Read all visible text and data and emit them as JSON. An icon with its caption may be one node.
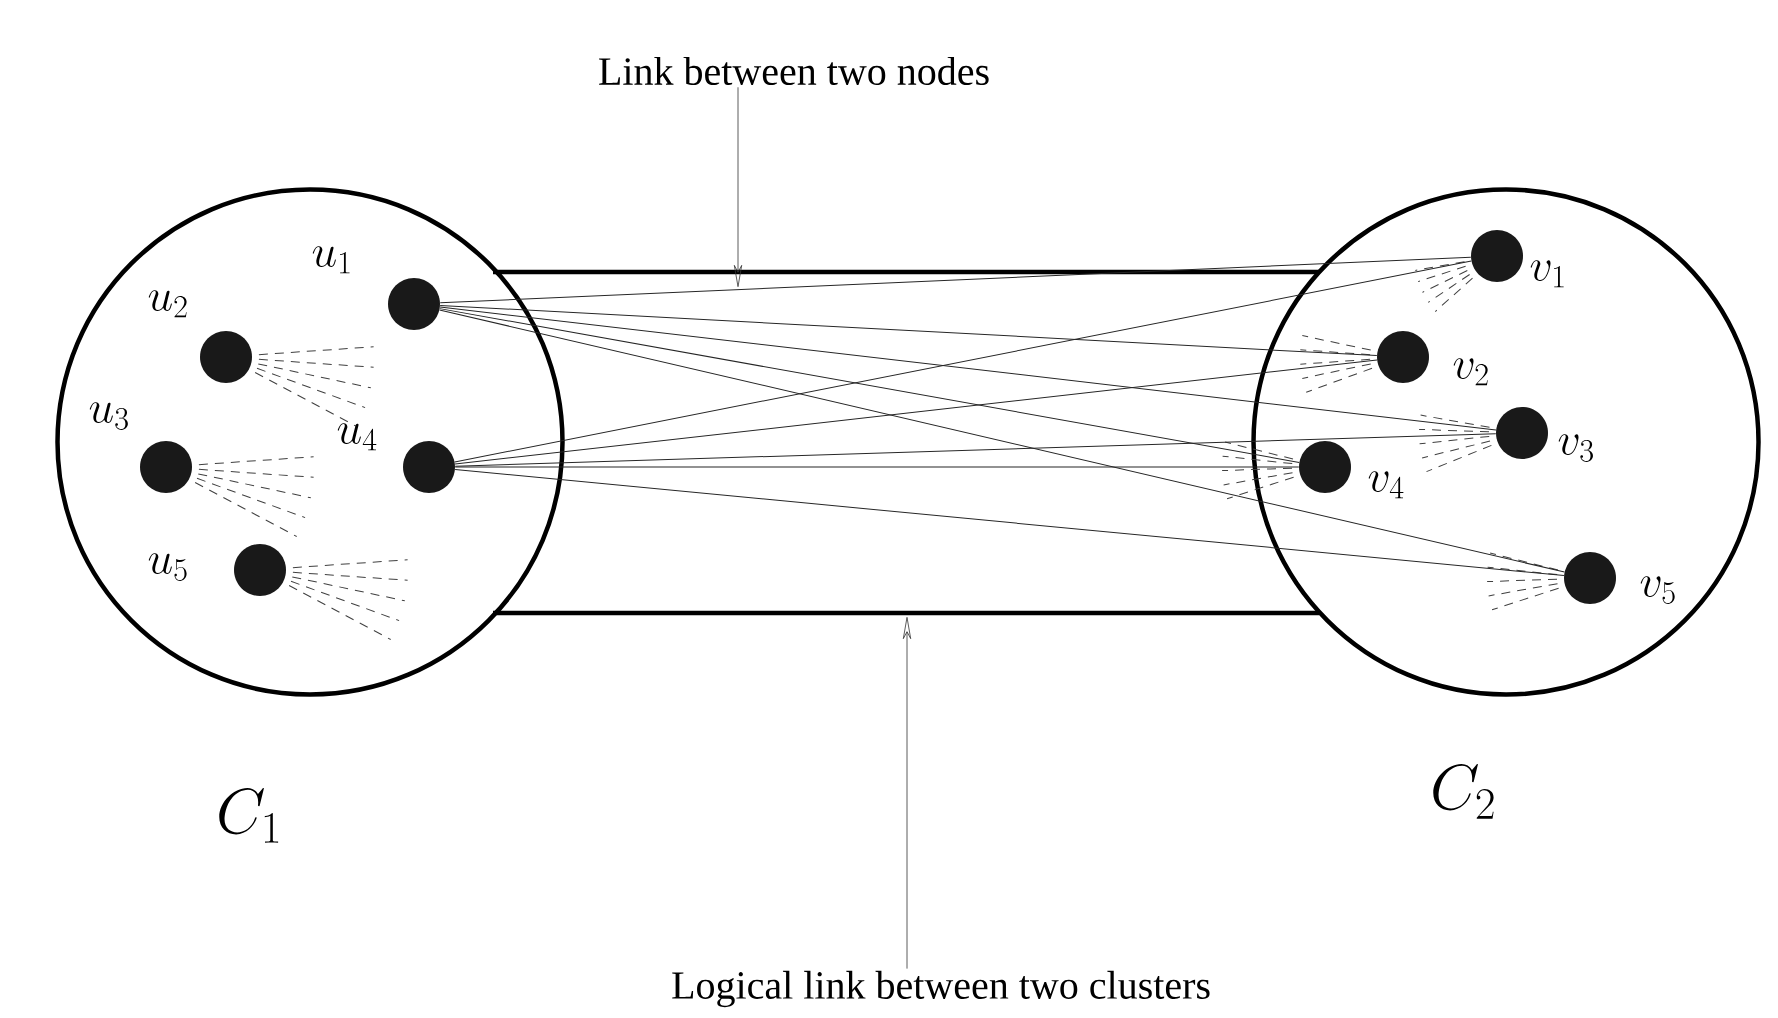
{
  "diagram": {
    "nodes": [
      {
        "text": [],
        "shape": "circle"
      },
      {
        "text": [
          "u_1"
        ],
        "in": 0
      },
      {
        "text": [
          "u_2"
        ],
        "in": 0
      },
      {
        "text": [
          "u_3"
        ],
        "in": 0
      },
      {
        "text": [
          "u_4"
        ],
        "in": 0
      },
      {
        "text": [
          "u_5"
        ],
        "in": 0
      },
      {
        "text": [],
        "shape": "circle"
      },
      {
        "text": [
          "v_1"
        ],
        "in": 6
      },
      {
        "text": [
          "v_2"
        ],
        "in": 6
      },
      {
        "text": [
          "v_3"
        ],
        "in": 6
      },
      {
        "text": [
          "v_4"
        ],
        "in": 6
      },
      {
        "text": [
          "v_5"
        ],
        "in": 6
      },
      {
        "text": [
          "Link between two nodes"
        ]
      },
      {
        "text": [
          "Logical link between two clusters"
        ]
      }
    ],
    "edges": [
      {
        "from": 0,
        "to": 6,
        "arrow": "none",
        "style": "thick"
      },
      {
        "from": 0,
        "to": 6,
        "arrow": "none",
        "style": "thick"
      },
      {
        "from": 1,
        "to": 7,
        "arrow": "none"
      },
      {
        "from": 1,
        "to": 8,
        "arrow": "none"
      },
      {
        "from": 1,
        "to": 9,
        "arrow": "none"
      },
      {
        "from": 1,
        "to": 10,
        "arrow": "none"
      },
      {
        "from": 1,
        "to": 11,
        "arrow": "none"
      },
      {
        "from": 4,
        "to": 7,
        "arrow": "none"
      },
      {
        "from": 4,
        "to": 8,
        "arrow": "none"
      },
      {
        "from": 4,
        "to": 9,
        "arrow": "none"
      },
      {
        "from": 4,
        "to": 10,
        "arrow": "none"
      },
      {
        "from": 4,
        "to": 11,
        "arrow": "none"
      },
      {
        "from": 12,
        "to": null,
        "arrow": "to"
      },
      {
        "from": 13,
        "to": null,
        "arrow": "to"
      }
    ],
    "labels": [
      "C_1",
      "C_2"
    ]
  }
}
